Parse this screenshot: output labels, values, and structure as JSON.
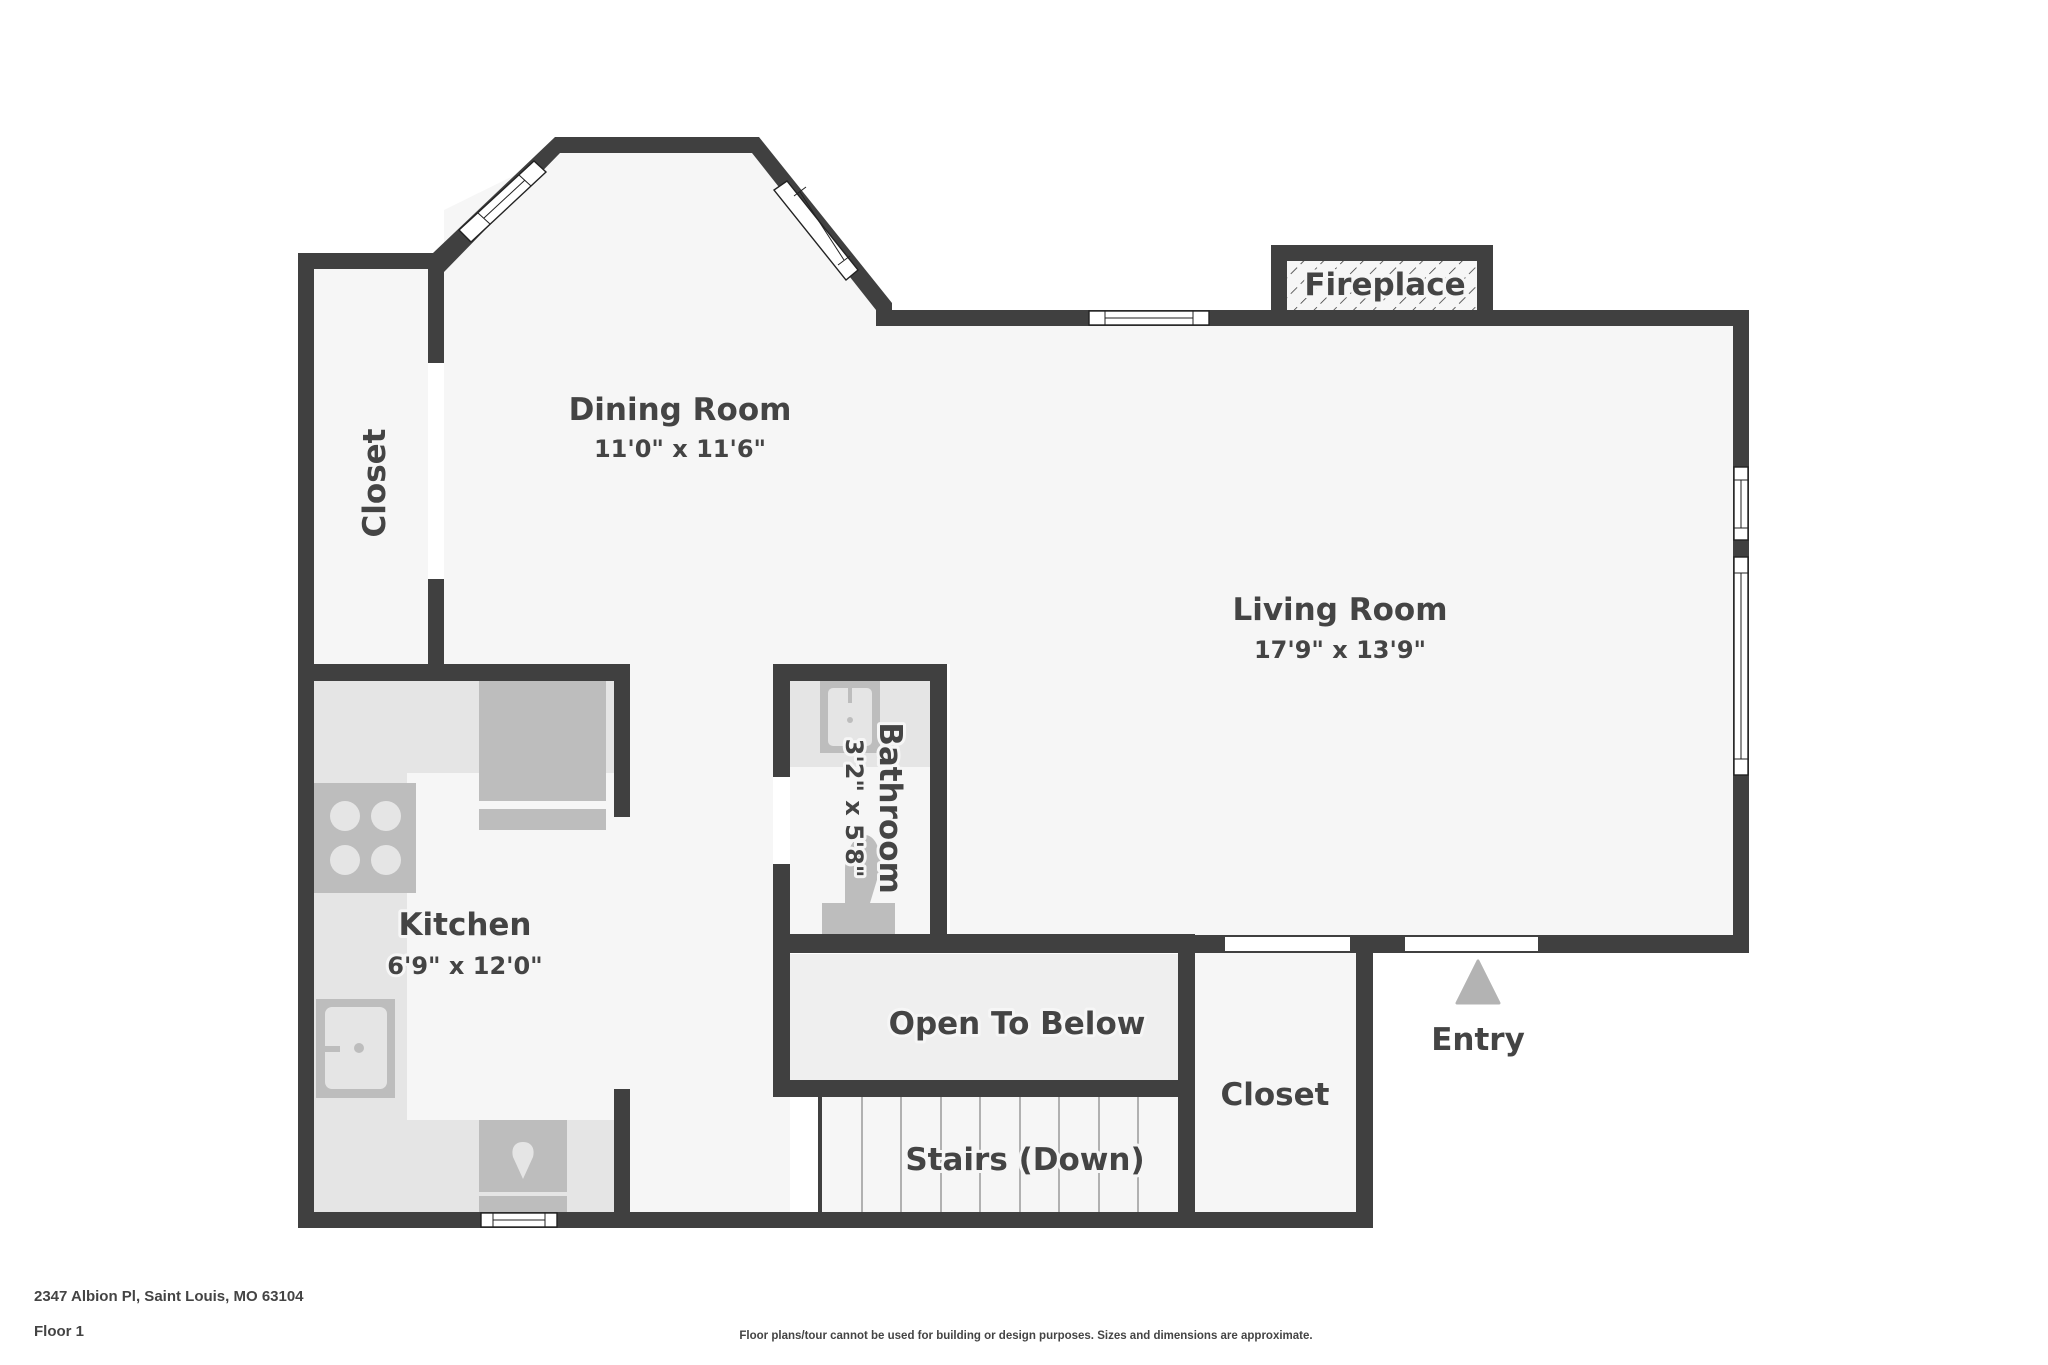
{
  "floorplan": {
    "rooms": [
      {
        "id": "dining",
        "name": "Dining Room",
        "dimensions": "11'0\" x 11'6\""
      },
      {
        "id": "living",
        "name": "Living Room",
        "dimensions": "17'9\" x 13'9\""
      },
      {
        "id": "kitchen",
        "name": "Kitchen",
        "dimensions": "6'9\" x 12'0\""
      },
      {
        "id": "bathroom",
        "name": "Bathroom",
        "dimensions": "3'2\" x 5'8\""
      },
      {
        "id": "closet_left",
        "name": "Closet"
      },
      {
        "id": "closet_right",
        "name": "Closet"
      },
      {
        "id": "open_below",
        "name": "Open To Below"
      },
      {
        "id": "stairs",
        "name": "Stairs (Down)"
      },
      {
        "id": "fireplace",
        "name": "Fireplace"
      }
    ],
    "entry_label": "Entry",
    "entry_icon": "triangle-up-arrow-icon",
    "colors": {
      "wall": "#404040",
      "floor": "#f6f6f6",
      "counter": "#e5e5e5",
      "appliance": "#bdbdbd",
      "text": "#444444"
    }
  },
  "footer": {
    "address": "2347 Albion Pl, Saint Louis, MO 63104",
    "floor": "Floor 1",
    "disclaimer": "Floor plans/tour cannot be used for building or design purposes. Sizes and dimensions are approximate."
  }
}
